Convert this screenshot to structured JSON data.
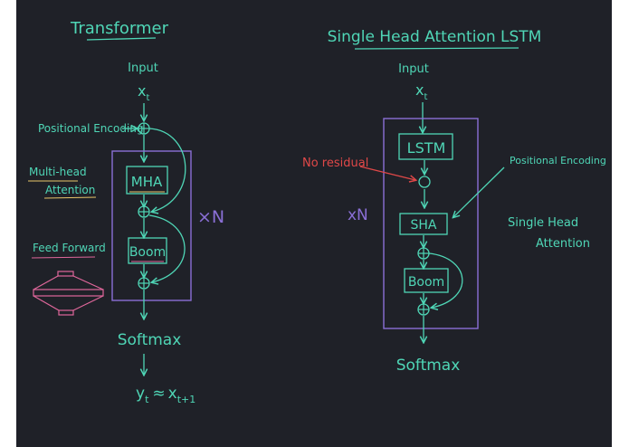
{
  "transformer": {
    "title": "Transformer",
    "input_label": "Input",
    "input_var": "x",
    "input_sub": "t",
    "pos_enc_label": "Positional Encoding",
    "mha_box": "MHA",
    "boom_box": "Boom",
    "softmax": "Softmax",
    "output_y": "y",
    "output_y_sub": "t",
    "output_approx": "≈",
    "output_x": "x",
    "output_x_sub": "t+1",
    "repeat_label": "×N",
    "legend_mha_line1": "Multi-head",
    "legend_mha_line2": "Attention",
    "legend_ff": "Feed Forward"
  },
  "sha_lstm": {
    "title": "Single Head Attention LSTM",
    "input_label": "Input",
    "input_var": "x",
    "input_sub": "t",
    "lstm_box": "LSTM",
    "no_residual": "No residual",
    "pos_enc_label": "Positional Encoding",
    "sha_box": "SHA",
    "boom_box": "Boom",
    "softmax": "Softmax",
    "repeat_label": "xN",
    "legend_sha_line1": "Single Head",
    "legend_sha_line2": "Attention"
  },
  "colors": {
    "background": "#1f2128",
    "teal": "#4fd6b6",
    "purple": "#8a6fd6",
    "yellow": "#e9c66a",
    "pink": "#e0679b",
    "red": "#e04848"
  }
}
